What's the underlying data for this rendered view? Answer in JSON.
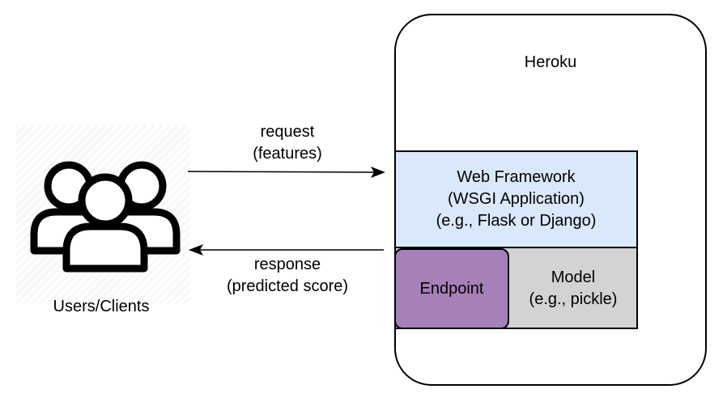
{
  "users": {
    "label": "Users/Clients",
    "icon": "users-group-icon"
  },
  "heroku": {
    "label": "Heroku"
  },
  "web_framework": {
    "line1": "Web Framework",
    "line2": "(WSGI Application)",
    "line3": "(e.g., Flask or Django)",
    "color": "#dae8fc"
  },
  "endpoint": {
    "label": "Endpoint",
    "color": "#a680b8"
  },
  "model": {
    "line1": "Model",
    "line2": "(e.g., pickle)",
    "color": "#d3d3d3"
  },
  "request": {
    "line1": "request",
    "line2": "(features)"
  },
  "response": {
    "line1": "response",
    "line2": "(predicted score)"
  }
}
